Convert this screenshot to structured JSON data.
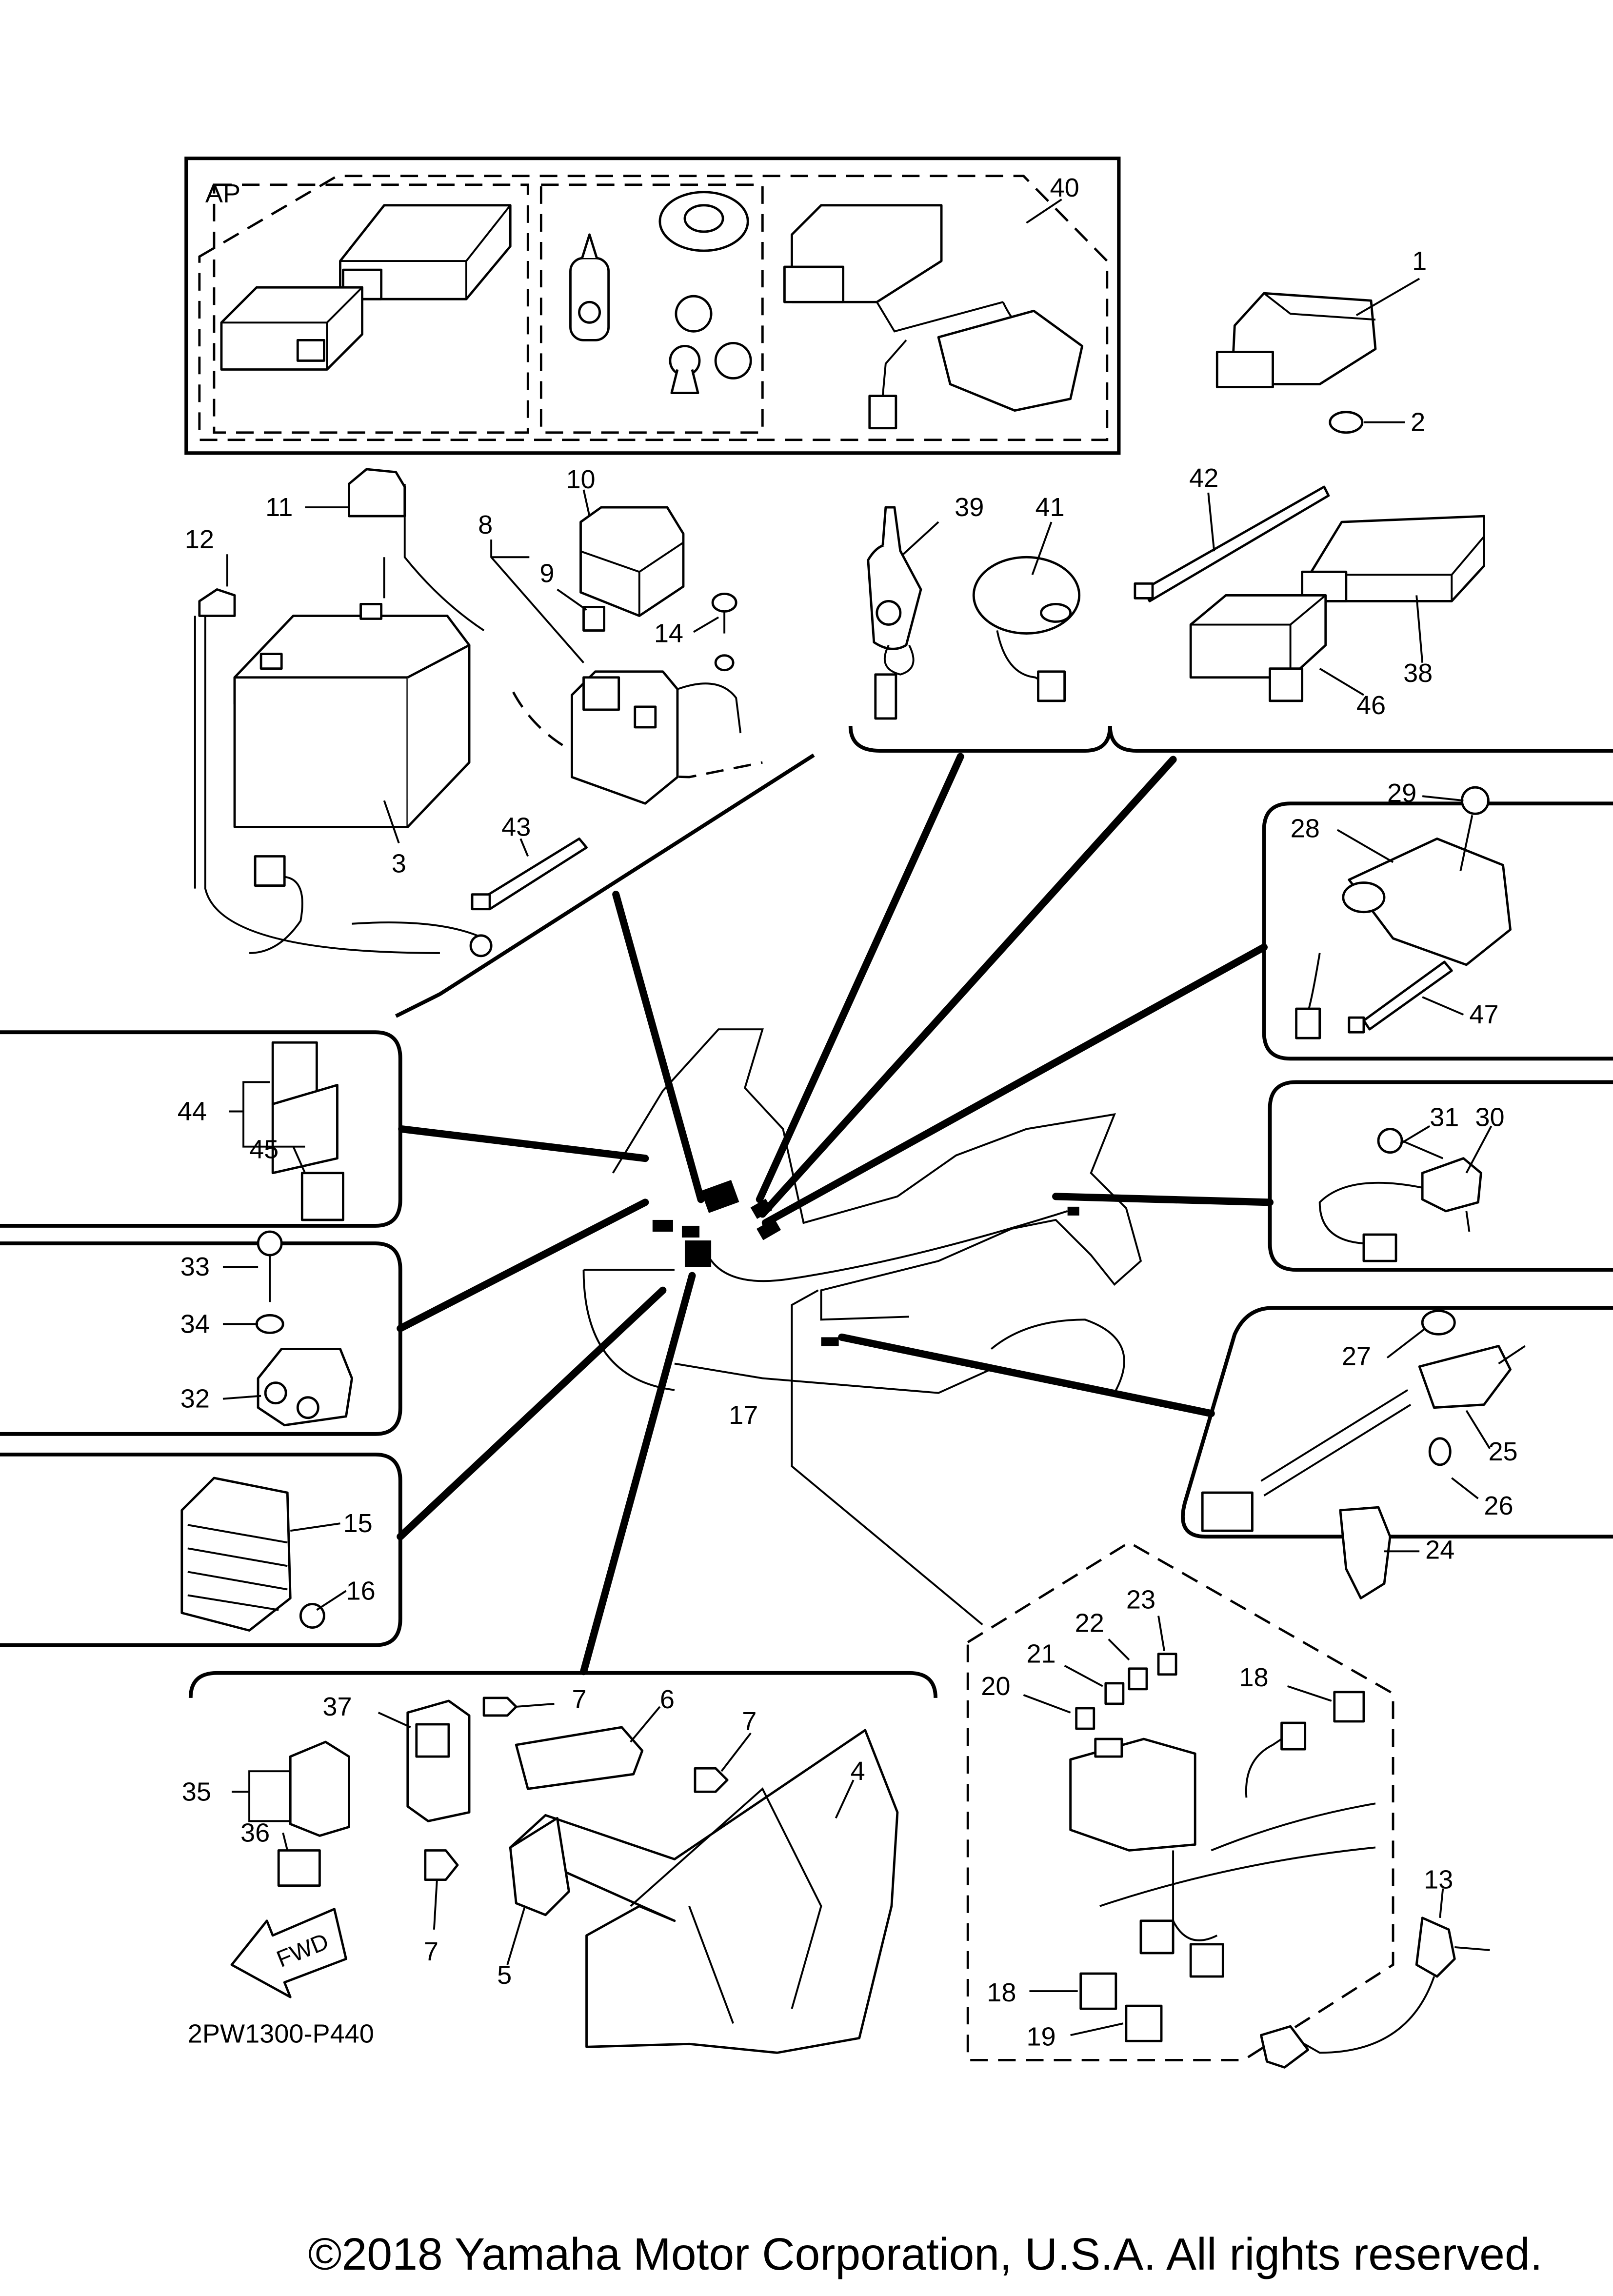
{
  "title_block": {
    "diagram_code": "2PW1300-P440",
    "copyright": "©2018 Yamaha Motor Corporation, U.S.A. All rights reserved."
  },
  "assembly_box": {
    "label": "AP"
  },
  "direction_arrow": {
    "label": "FWD"
  },
  "part_callouts": {
    "p1": "1",
    "p2": "2",
    "p3": "3",
    "p4": "4",
    "p5": "5",
    "p6": "6",
    "p7a": "7",
    "p7b": "7",
    "p7c": "7",
    "p8": "8",
    "p9": "9",
    "p10": "10",
    "p11": "11",
    "p12": "12",
    "p13": "13",
    "p14": "14",
    "p15": "15",
    "p16": "16",
    "p17": "17",
    "p18a": "18",
    "p18b": "18",
    "p19": "19",
    "p20": "20",
    "p21": "21",
    "p22": "22",
    "p23": "23",
    "p24": "24",
    "p25": "25",
    "p26": "26",
    "p27": "27",
    "p28": "28",
    "p29": "29",
    "p30": "30",
    "p31": "31",
    "p32": "32",
    "p33": "33",
    "p34": "34",
    "p35": "35",
    "p36": "36",
    "p37": "37",
    "p38": "38",
    "p39": "39",
    "p40": "40",
    "p41": "41",
    "p42": "42",
    "p43": "43",
    "p44": "44",
    "p45": "45",
    "p46": "46",
    "p47": "47"
  }
}
